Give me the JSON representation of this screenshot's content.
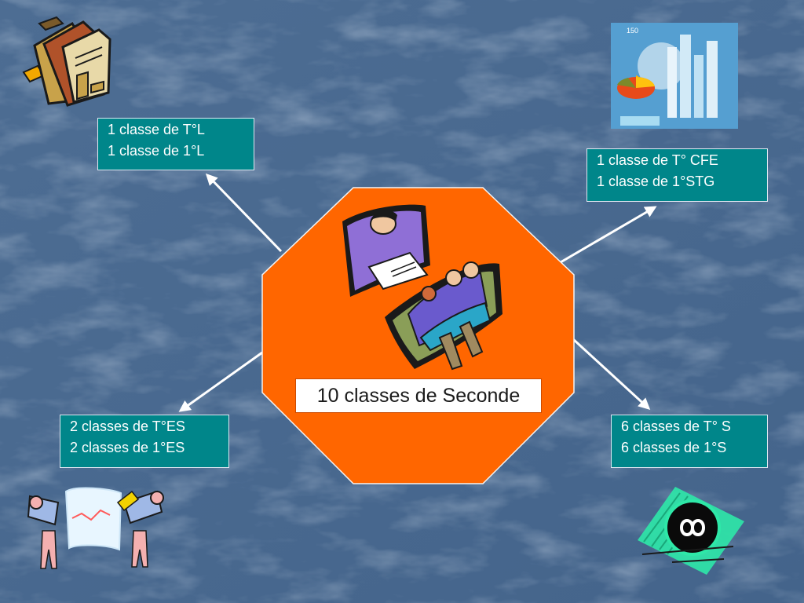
{
  "center": {
    "label": "10 classes de Seconde"
  },
  "boxes": {
    "top_left": {
      "lines": [
        "1 classe de T°L",
        "1 classe de 1°L"
      ]
    },
    "top_right": {
      "lines": [
        "1 classe de T° CFE",
        "1 classe de 1°STG"
      ]
    },
    "bottom_left": {
      "lines": [
        "2 classes de T°ES",
        "2 classes de 1°ES"
      ]
    },
    "bottom_right": {
      "lines": [
        "6 classes de T° S",
        "6 classes de 1°S"
      ]
    }
  },
  "icons": {
    "top_left": "books-icon",
    "top_right": "statistics-chart-icon",
    "bottom_left": "economists-graph-icon",
    "bottom_right": "infinity-icon",
    "center": "classroom-students-icon"
  },
  "colors": {
    "background": "#4a6a90",
    "octagon": "#ff6600",
    "box_fill": "#00868a",
    "arrow": "#ffffff"
  }
}
